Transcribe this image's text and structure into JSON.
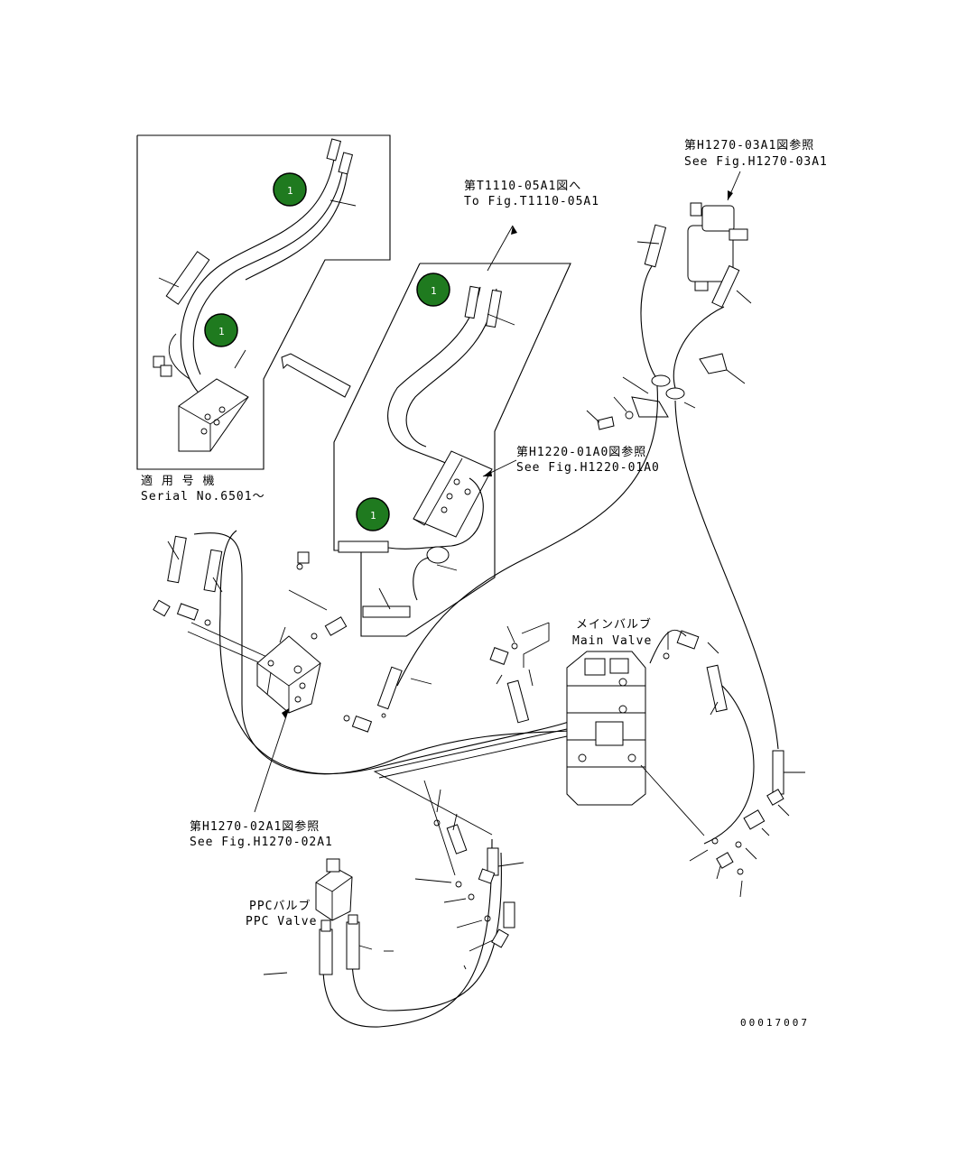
{
  "labels": {
    "serial_jp": "適 用 号 機",
    "serial_en": "Serial No.6501～",
    "ref_t1110_jp": "第T1110-05A1図へ",
    "ref_t1110_en": "To Fig.T1110-05A1",
    "ref_h1270_03_jp": "第H1270-03A1図参照",
    "ref_h1270_03_en": "See Fig.H1270-03A1",
    "ref_h1220_jp": "第H1220-01A0図参照",
    "ref_h1220_en": "See Fig.H1220-01A0",
    "main_valve_jp": "メインバルブ",
    "main_valve_en": "Main Valve",
    "ref_h1270_02_jp": "第H1270-02A1図参照",
    "ref_h1270_02_en": "See Fig.H1270-02A1",
    "ppc_valve_jp": "PPCバルブ",
    "ppc_valve_en": "PPC Valve",
    "drawing_no": "00017007"
  },
  "markers": [
    {
      "label": "1"
    },
    {
      "label": "1"
    },
    {
      "label": "1"
    },
    {
      "label": "1"
    }
  ],
  "colors": {
    "marker_fill": "#1f7a1f",
    "marker_ring": "#000000",
    "line": "#000000"
  }
}
